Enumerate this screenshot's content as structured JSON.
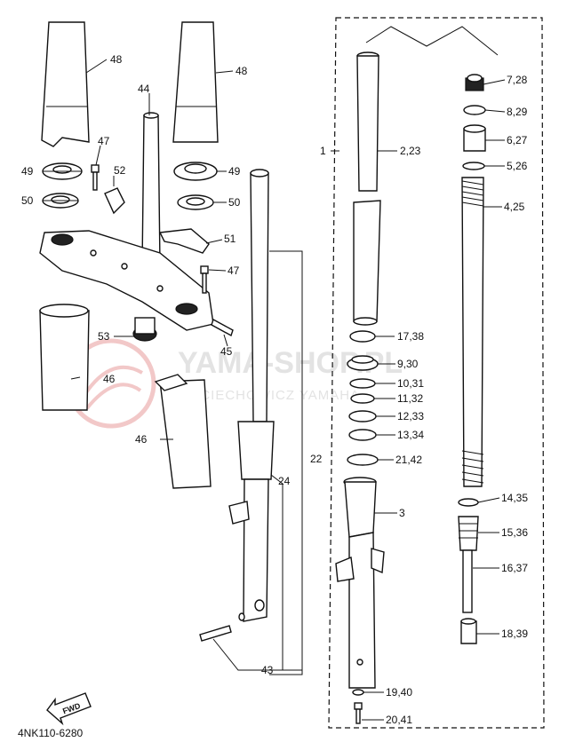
{
  "watermark": {
    "brand": "YAMA-SHOP.PL",
    "subline": "GOCIECHOWICZ  YAMAHA"
  },
  "fwd_label": "FWD",
  "catalog_code": "4NK110-6280",
  "callouts": {
    "p1": "1",
    "p2_23": "2,23",
    "p3": "3",
    "p4_25": "4,25",
    "p5_26": "5,26",
    "p6_27": "6,27",
    "p7_28": "7,28",
    "p8_29": "8,29",
    "p9_30": "9,30",
    "p10_31": "10,31",
    "p11_32": "11,32",
    "p12_33": "12,33",
    "p13_34": "13,34",
    "p14_35": "14,35",
    "p15_36": "15,36",
    "p16_37": "16,37",
    "p17_38": "17,38",
    "p18_39": "18,39",
    "p19_40": "19,40",
    "p20_41": "20,41",
    "p21_42": "21,42",
    "p22": "22",
    "p24": "24",
    "p43": "43",
    "p44": "44",
    "p45": "45",
    "p46a": "46",
    "p46b": "46",
    "p47a": "47",
    "p47b": "47",
    "p48a": "48",
    "p48b": "48",
    "p49a": "49",
    "p49b": "49",
    "p50a": "50",
    "p50b": "50",
    "p51": "51",
    "p52": "52",
    "p53": "53"
  }
}
